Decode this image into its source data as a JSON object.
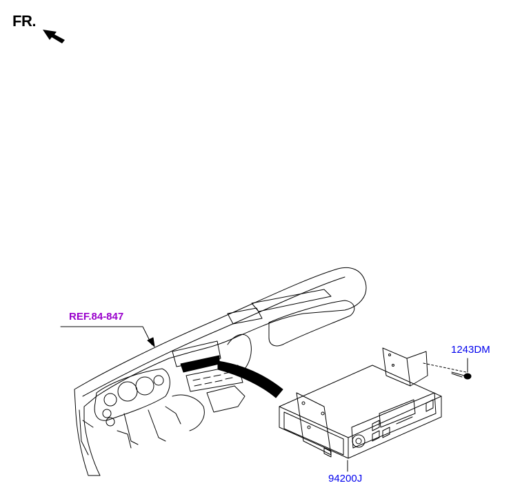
{
  "orientation": {
    "label": "FR."
  },
  "callouts": {
    "reference": "REF.84-847",
    "parts": [
      {
        "number": "1243DM"
      },
      {
        "number": "94200J"
      }
    ]
  },
  "colors": {
    "reference": "#9900cc",
    "part_number": "#0000ee",
    "line": "#000000"
  }
}
